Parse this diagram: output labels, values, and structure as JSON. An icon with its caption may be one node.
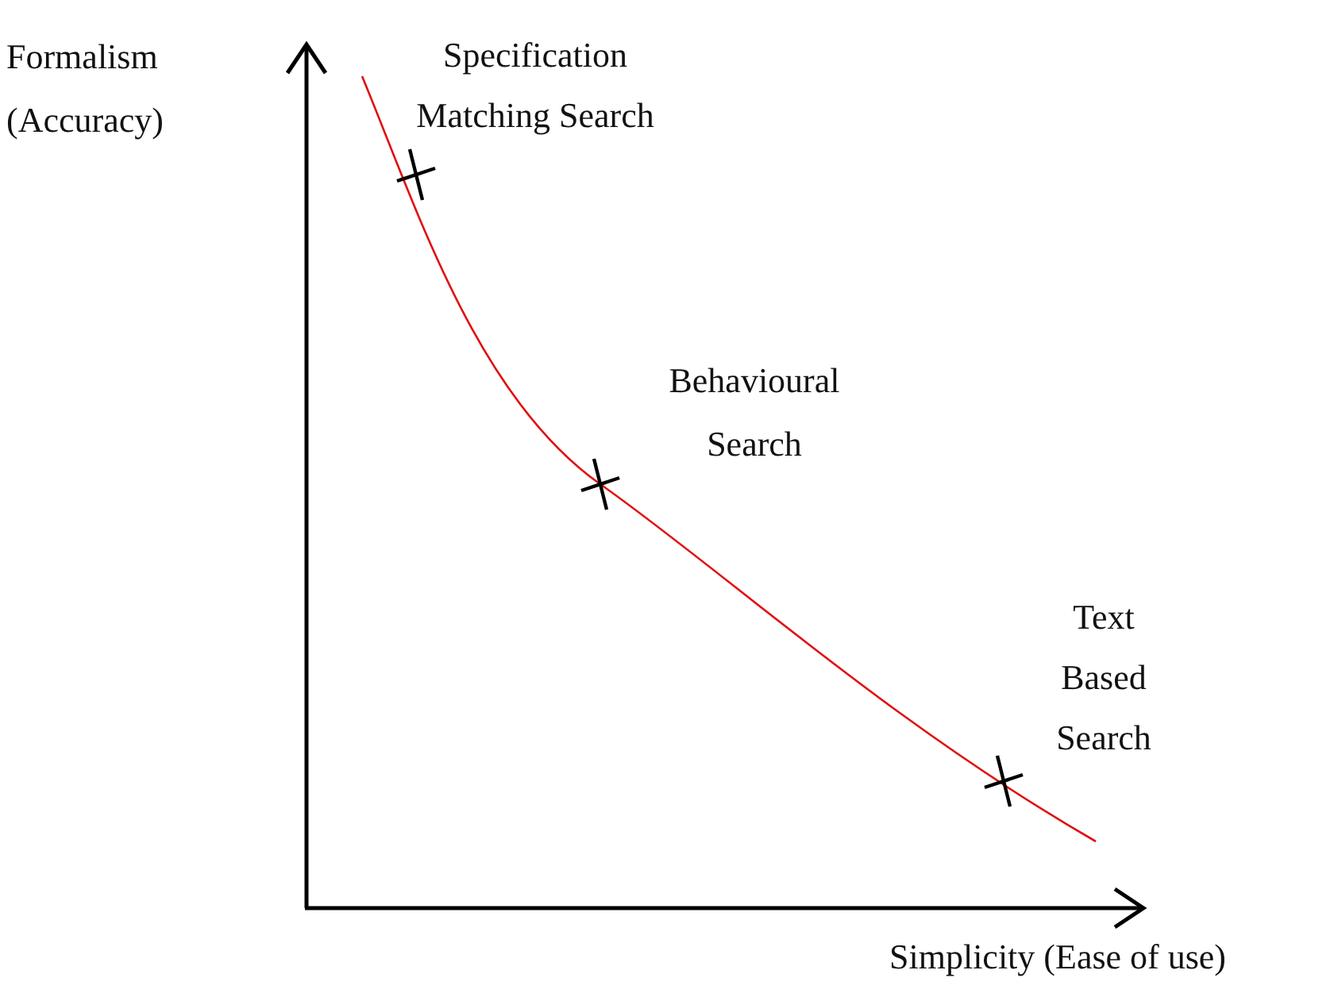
{
  "diagram": {
    "labels": [
      "Formalism (Accuracy)",
      "Specification Matching Search",
      "Behavioural Search",
      "Text Based Search",
      "Simplicity (Ease of use)"
    ]
  }
}
